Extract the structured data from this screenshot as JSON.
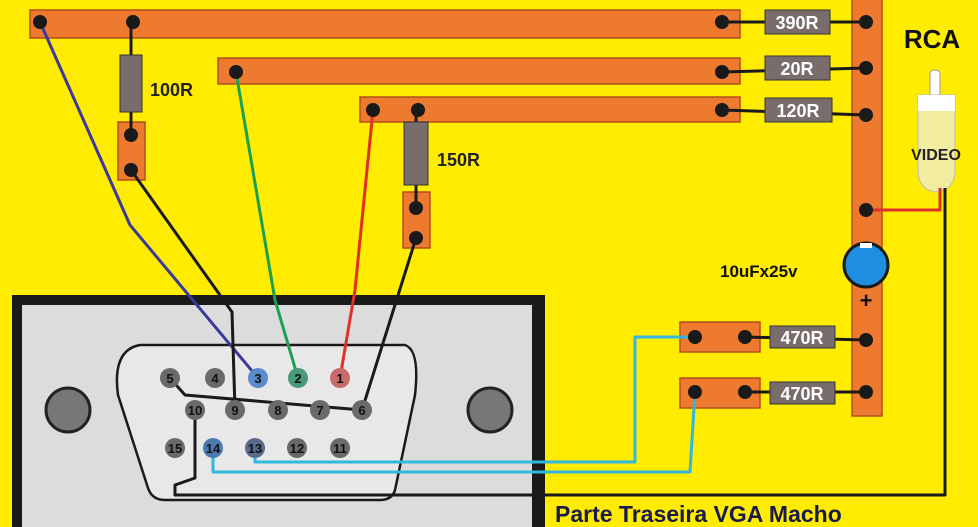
{
  "title": "Parte Traseira VGA Macho",
  "labels": {
    "r100": "100R",
    "r150": "150R",
    "r390": "390R",
    "r20": "20R",
    "r120": "120R",
    "r470a": "470R",
    "r470b": "470R",
    "rca": "RCA",
    "video": "VIDEO",
    "capacitor": "10uFx25v",
    "plus": "+"
  },
  "vga_pins": {
    "row1": [
      "5",
      "4",
      "3",
      "2",
      "1"
    ],
    "row2": [
      "10",
      "9",
      "8",
      "7",
      "6"
    ],
    "row3": [
      "15",
      "14",
      "13",
      "12",
      "11"
    ]
  },
  "colors": {
    "background": "#ffec00",
    "strip": "#ee7a30",
    "resistor": "#786c6c",
    "capacitor": "#1e8fe0",
    "wire_blue": "#3a3a9a",
    "wire_green": "#1aa050",
    "wire_red": "#e0302a",
    "wire_cyan": "#30b8e0",
    "wire_black": "#1a1a1a"
  }
}
